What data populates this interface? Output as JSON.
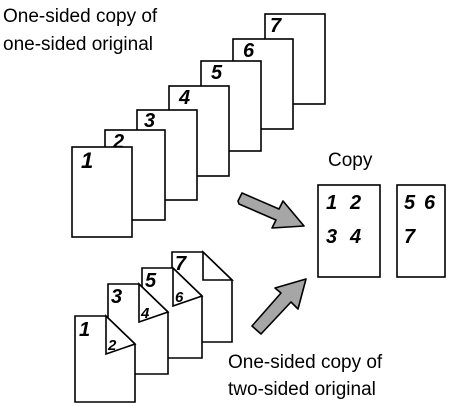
{
  "labels": {
    "top_caption_line1": "One-sided copy of",
    "top_caption_line2": "one-sided original",
    "copy_label": "Copy",
    "bottom_caption_line1": "One-sided copy of",
    "bottom_caption_line2": "two-sided original"
  },
  "top_stack_numbers": [
    "1",
    "2",
    "3",
    "4",
    "5",
    "6",
    "7"
  ],
  "bottom_stack": {
    "front_numbers": [
      "1",
      "3",
      "5",
      "7"
    ],
    "back_numbers": [
      "2",
      "4",
      "6"
    ]
  },
  "copy_pages": [
    {
      "numbers": [
        "1",
        "2",
        "3",
        "4"
      ]
    },
    {
      "numbers": [
        "5",
        "6",
        "7"
      ]
    }
  ],
  "colors": {
    "arrow_fill": "#a6a6a6",
    "outline": "#000000",
    "page_fill": "#ffffff"
  }
}
